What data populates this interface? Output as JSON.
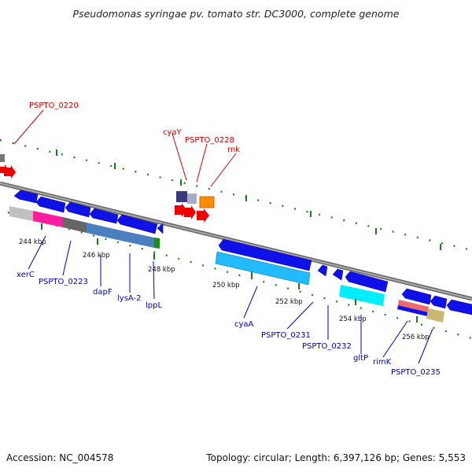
{
  "header": {
    "title": "Pseudomonas syringae pv. tomato str. DC3000, complete genome"
  },
  "footer": {
    "accession": "Accession: NC_004578",
    "topology": "Topology: circular; Length: 6,397,126 bp; Genes: 5,553"
  },
  "scale": {
    "ticks": [
      {
        "label": "244 kbp"
      },
      {
        "label": "246 kbp"
      },
      {
        "label": "248 kbp"
      },
      {
        "label": "250 kbp"
      },
      {
        "label": "252 kbp"
      },
      {
        "label": "254 kbp"
      },
      {
        "label": "256 kbp"
      }
    ]
  },
  "labels_forward": [
    {
      "text": "PSPTO_0220"
    },
    {
      "text": "cyaY"
    },
    {
      "text": "PSPTO_0228"
    },
    {
      "text": "rnk"
    }
  ],
  "labels_reverse": [
    {
      "text": "xerC"
    },
    {
      "text": "PSPTO_0223"
    },
    {
      "text": "dapF"
    },
    {
      "text": "lysA-2"
    },
    {
      "text": "lppL"
    },
    {
      "text": "cyaA"
    },
    {
      "text": "PSPTO_0231"
    },
    {
      "text": "PSPTO_0232"
    },
    {
      "text": "gltP"
    },
    {
      "text": "rimK"
    },
    {
      "text": "PSPTO_0235"
    }
  ],
  "colors": {
    "backbone": "#888888",
    "forward_label": "#cc0000",
    "reverse_label": "#0000b4",
    "cds": "#1010e8",
    "gene_red": "#ee0000",
    "tick": "#1a7a1a"
  }
}
